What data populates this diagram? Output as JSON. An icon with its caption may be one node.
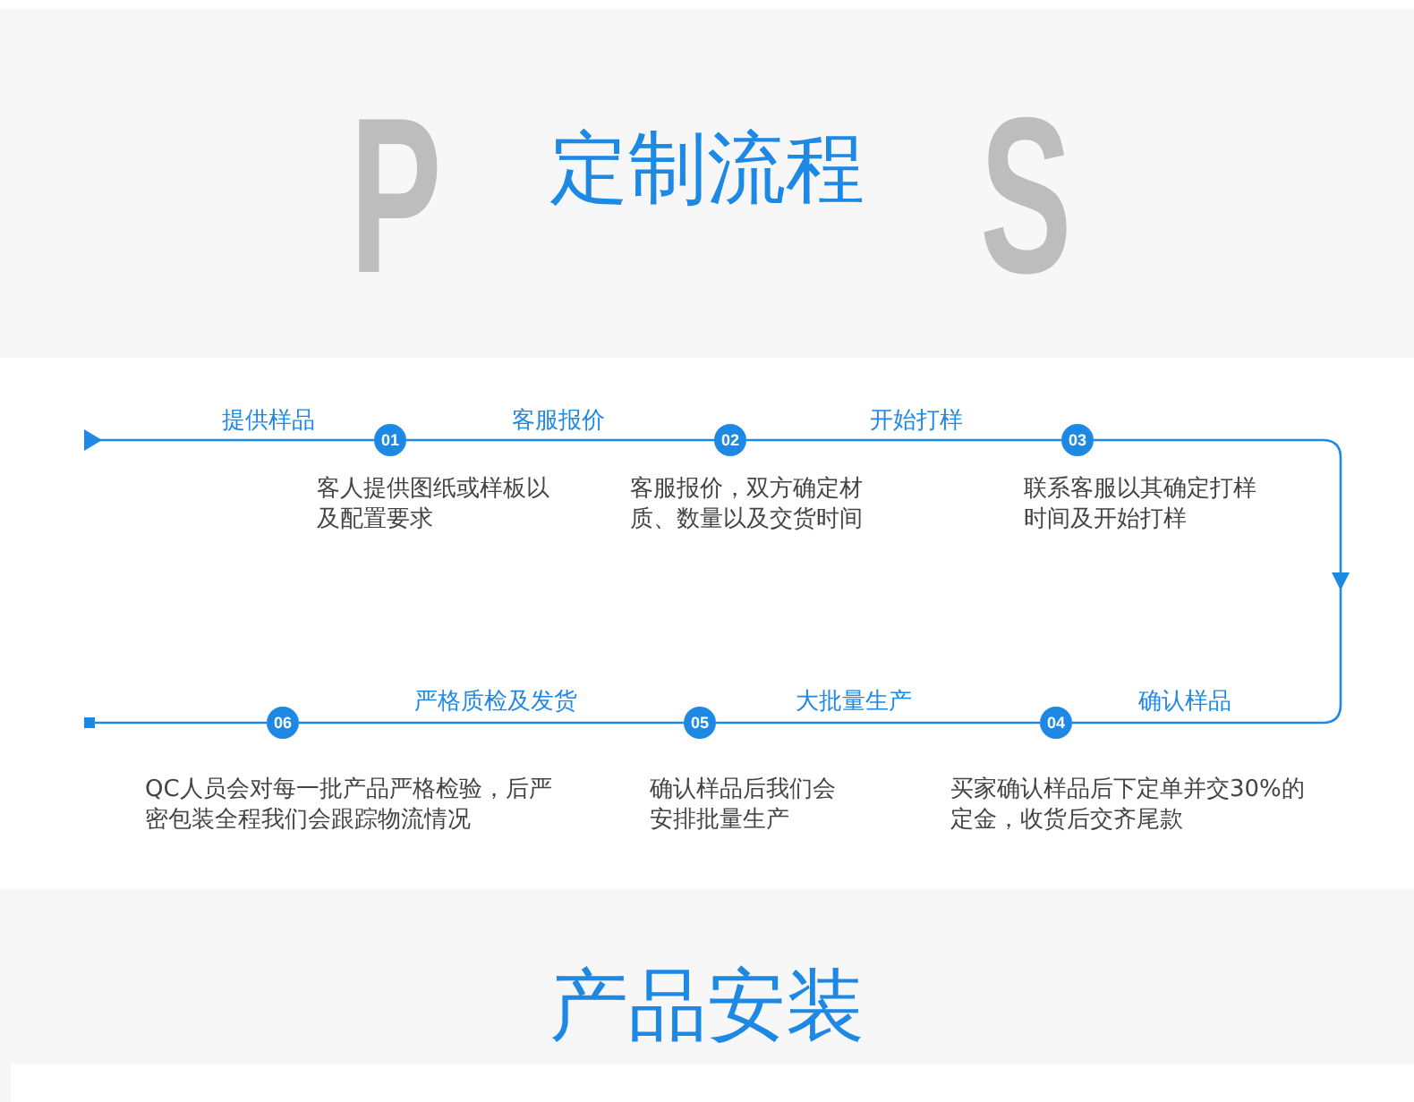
{
  "diagram": {
    "title": "定制流程",
    "nodes": [
      {
        "text": [
          "01"
        ],
        "beside": [
          "客人提供图纸或样板以及配置要求"
        ]
      },
      {
        "text": [
          "02"
        ],
        "beside": [
          "客服报价，双方确定材质、数量以及交货时间"
        ]
      },
      {
        "text": [
          "03"
        ],
        "beside": [
          "联系客服以其确定打样时间及开始打样"
        ]
      },
      {
        "text": [
          "04"
        ],
        "beside": [
          "买家确认样品后下定单并交30%的定金，收货后交齐尾款"
        ]
      },
      {
        "text": [
          "05"
        ],
        "beside": [
          "确认样品后我们会安排批量生产"
        ]
      },
      {
        "text": [
          "06"
        ],
        "beside": [
          "QC人员会对每一批产品严格检验，后严密包装全程我们会跟踪物流情况"
        ]
      }
    ],
    "edges": [
      {
        "from": null,
        "to": 0,
        "arrow": "to",
        "label": "提供样品"
      },
      {
        "from": 0,
        "to": 1,
        "arrow": "none",
        "label": "客服报价"
      },
      {
        "from": 1,
        "to": 2,
        "arrow": "none",
        "label": "开始打样"
      },
      {
        "from": 2,
        "to": 3,
        "arrow": "to",
        "label": "确认样品"
      },
      {
        "from": 3,
        "to": 4,
        "arrow": "none",
        "label": "大批量生产"
      },
      {
        "from": 4,
        "to": 5,
        "arrow": "none",
        "label": "严格质检及发货"
      },
      {
        "from": 5,
        "to": null,
        "arrow": "other"
      }
    ],
    "labels": [
      "P",
      "S",
      "产品安装"
    ]
  }
}
